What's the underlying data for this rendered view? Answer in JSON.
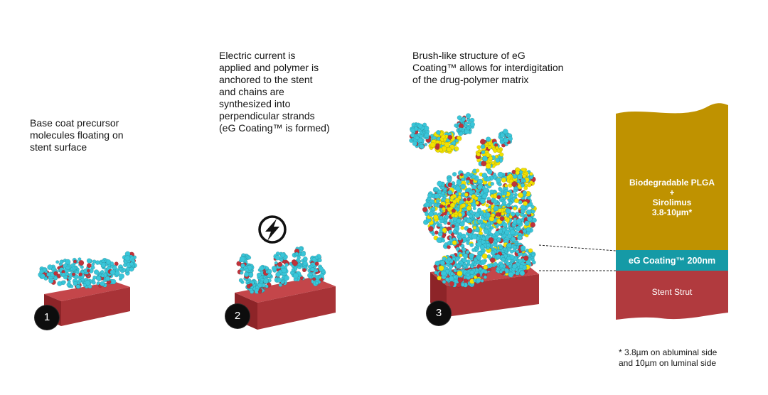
{
  "steps": [
    {
      "number": "1",
      "caption": "Base coat precursor\nmolecules floating on\nstent surface"
    },
    {
      "number": "2",
      "caption": "Electric current is\napplied and polymer is\nanchored to the stent\nand chains are\nsynthesized into\nperpendicular strands\n(eG Coating™ is formed)"
    },
    {
      "number": "3",
      "caption": "Brush-like structure of eG\nCoating™ allows for interdigitation\nof the drug-polymer matrix"
    }
  ],
  "layers": {
    "plga": "Biodegradable PLGA\n+\nSirolimus\n3.8-10µm*",
    "eg_coating": "eG Coating™ 200nm",
    "strut": "Stent Strut"
  },
  "footnote": "* 3.8µm on abluminal side\nand 10µm on luminal side",
  "icons": {
    "current": "lightning-bolt-icon"
  },
  "colors": {
    "plga": "#bf9200",
    "eg_coating": "#159aa6",
    "strut": "#b13a3e",
    "strut_dark": "#7f1f23",
    "molecule_cyan": "#39c6d9",
    "molecule_yellow": "#f2e100",
    "molecule_red": "#c0323a",
    "badge": "#0d0d0d"
  }
}
